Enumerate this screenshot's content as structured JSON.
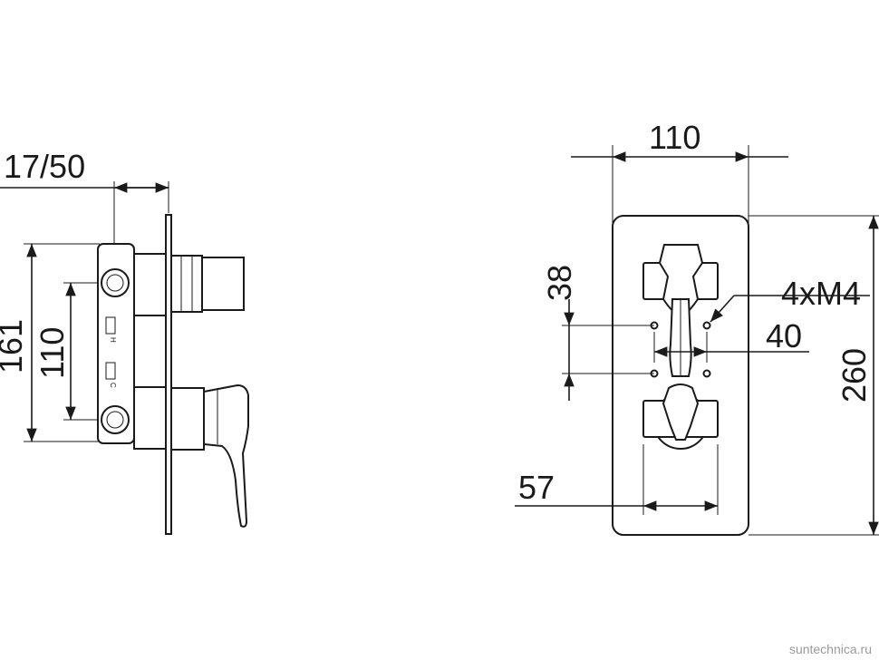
{
  "side_view": {
    "dim_depth": "17/50",
    "dim_height_total": "161",
    "dim_outlet_spacing": "110",
    "label_h": "H",
    "label_c": "C"
  },
  "front_view": {
    "dim_width": "110",
    "dim_height": "260",
    "dim_hole_vertical": "38",
    "dim_hole_horizontal": "40",
    "dim_screws": "4xM4",
    "dim_center_offset": "57"
  },
  "watermark": "suntechnica.ru",
  "colors": {
    "line": "#1a1a1a",
    "background": "#ffffff",
    "watermark": "#9a9a9a"
  }
}
